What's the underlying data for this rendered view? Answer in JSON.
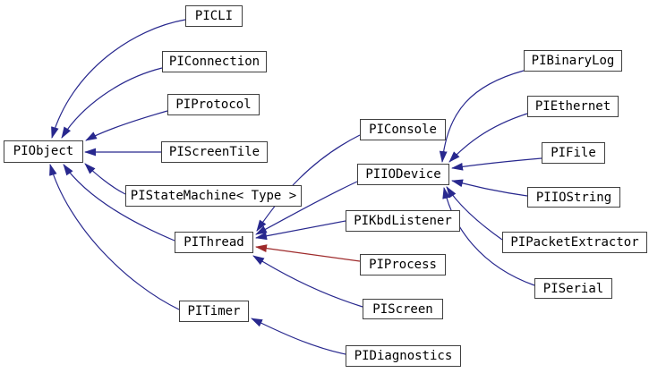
{
  "diagram": {
    "type": "inheritance-graph",
    "background_color": "#ffffff",
    "node_border_color": "#404040",
    "node_fill_color": "#ffffff",
    "node_text_color": "#000000",
    "edge_public_color": "#28288e",
    "edge_protected_color": "#9e2a2b",
    "nodes": [
      {
        "id": "PIObject",
        "label": "PIObject"
      },
      {
        "id": "PICLI",
        "label": "PICLI"
      },
      {
        "id": "PIConnection",
        "label": "PIConnection"
      },
      {
        "id": "PIProtocol",
        "label": "PIProtocol"
      },
      {
        "id": "PIScreenTile",
        "label": "PIScreenTile"
      },
      {
        "id": "PIStateMachine",
        "label": "PIStateMachine< Type >"
      },
      {
        "id": "PIThread",
        "label": "PIThread"
      },
      {
        "id": "PITimer",
        "label": "PITimer"
      },
      {
        "id": "PIConsole",
        "label": "PIConsole"
      },
      {
        "id": "PIIODevice",
        "label": "PIIODevice"
      },
      {
        "id": "PIKbdListener",
        "label": "PIKbdListener"
      },
      {
        "id": "PIProcess",
        "label": "PIProcess"
      },
      {
        "id": "PIScreen",
        "label": "PIScreen"
      },
      {
        "id": "PIDiagnostics",
        "label": "PIDiagnostics"
      },
      {
        "id": "PIBinaryLog",
        "label": "PIBinaryLog"
      },
      {
        "id": "PIEthernet",
        "label": "PIEthernet"
      },
      {
        "id": "PIFile",
        "label": "PIFile"
      },
      {
        "id": "PIIOString",
        "label": "PIIOString"
      },
      {
        "id": "PIPacketExtractor",
        "label": "PIPacketExtractor"
      },
      {
        "id": "PISerial",
        "label": "PISerial"
      }
    ],
    "edges": [
      {
        "from": "PICLI",
        "to": "PIObject",
        "relation": "public"
      },
      {
        "from": "PIConnection",
        "to": "PIObject",
        "relation": "public"
      },
      {
        "from": "PIProtocol",
        "to": "PIObject",
        "relation": "public"
      },
      {
        "from": "PIScreenTile",
        "to": "PIObject",
        "relation": "public"
      },
      {
        "from": "PIStateMachine",
        "to": "PIObject",
        "relation": "public"
      },
      {
        "from": "PIThread",
        "to": "PIObject",
        "relation": "public"
      },
      {
        "from": "PITimer",
        "to": "PIObject",
        "relation": "public"
      },
      {
        "from": "PIConsole",
        "to": "PIThread",
        "relation": "public"
      },
      {
        "from": "PIIODevice",
        "to": "PIThread",
        "relation": "public"
      },
      {
        "from": "PIKbdListener",
        "to": "PIThread",
        "relation": "public"
      },
      {
        "from": "PIProcess",
        "to": "PIThread",
        "relation": "protected"
      },
      {
        "from": "PIScreen",
        "to": "PIThread",
        "relation": "public"
      },
      {
        "from": "PIDiagnostics",
        "to": "PITimer",
        "relation": "public"
      },
      {
        "from": "PIBinaryLog",
        "to": "PIIODevice",
        "relation": "public"
      },
      {
        "from": "PIEthernet",
        "to": "PIIODevice",
        "relation": "public"
      },
      {
        "from": "PIFile",
        "to": "PIIODevice",
        "relation": "public"
      },
      {
        "from": "PIIOString",
        "to": "PIIODevice",
        "relation": "public"
      },
      {
        "from": "PIPacketExtractor",
        "to": "PIIODevice",
        "relation": "public"
      },
      {
        "from": "PISerial",
        "to": "PIIODevice",
        "relation": "public"
      }
    ]
  }
}
